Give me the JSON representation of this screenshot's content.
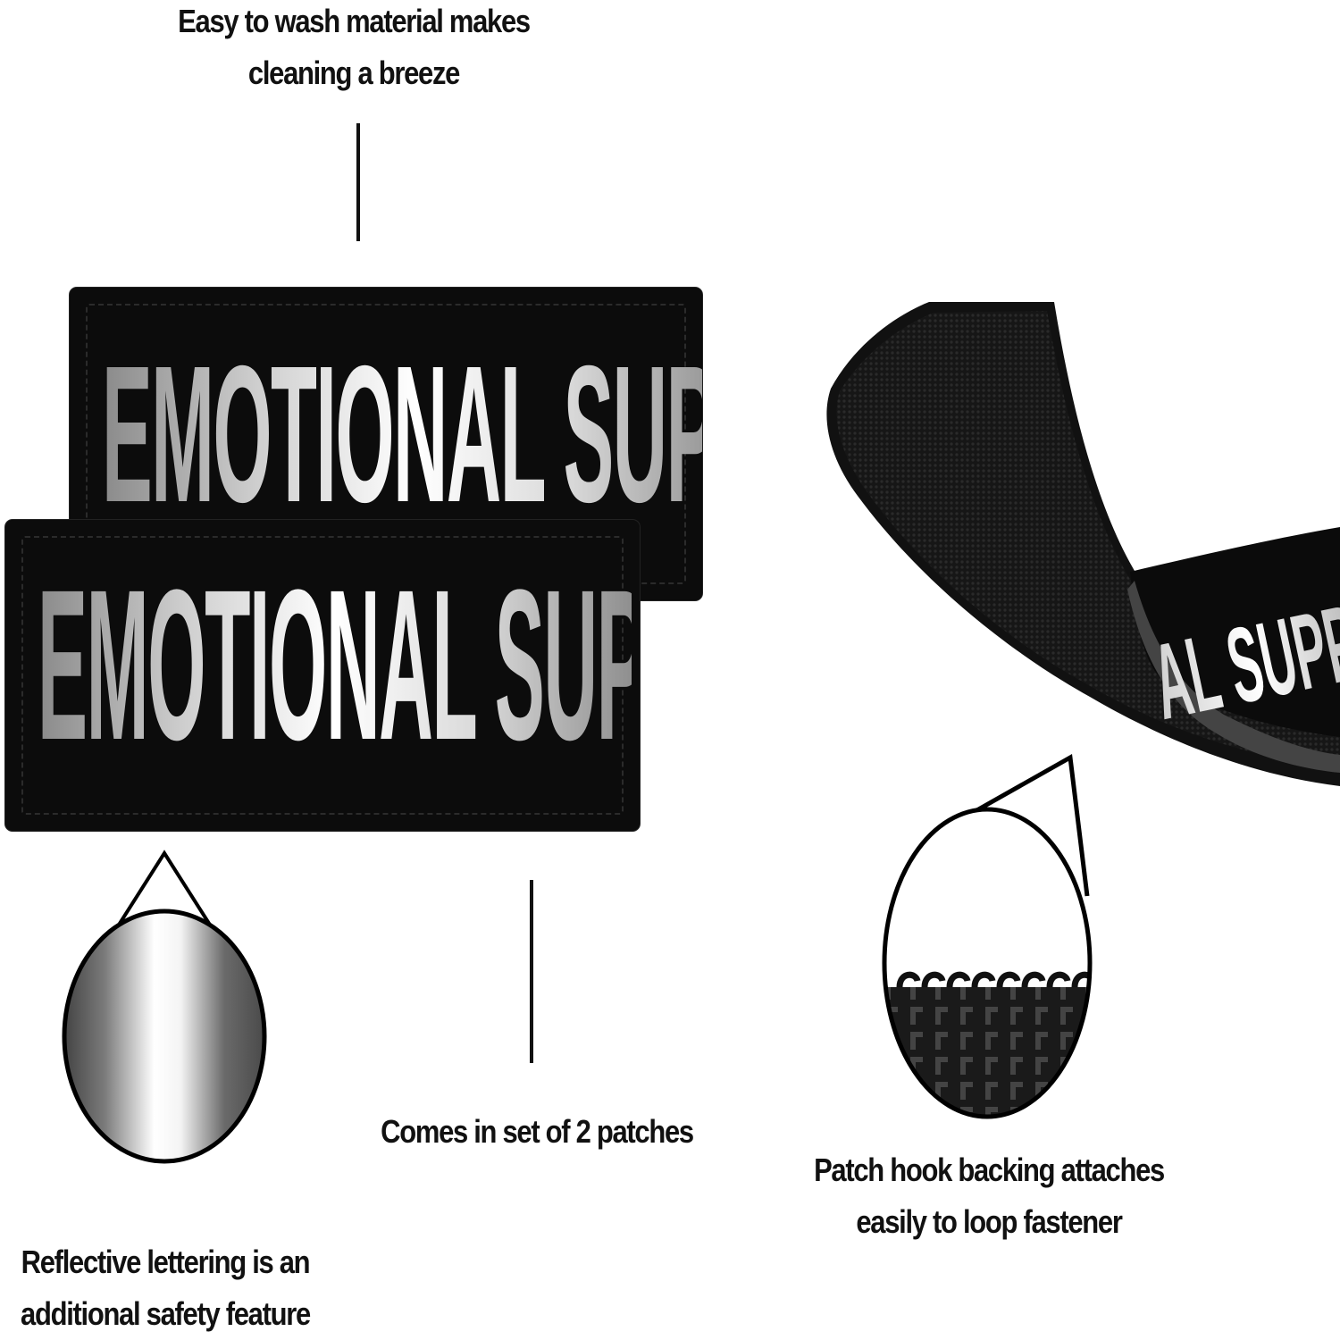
{
  "captions": {
    "washable": {
      "line1": "Easy to wash material makes",
      "line2": "cleaning a breeze"
    },
    "reflective": {
      "line1": "Reflective lettering is an",
      "line2": "additional safety feature"
    },
    "set": {
      "line1": "Comes in set of 2 patches"
    },
    "hook": {
      "line1": "Patch hook backing attaches",
      "line2": "easily to loop fastener"
    }
  },
  "patches": [
    {
      "label": "EMOTIONAL SUPPORT"
    },
    {
      "label": "EMOTIONAL SUPPORT"
    }
  ],
  "curled_patch": {
    "visible_text": "AL SUPP"
  },
  "colors": {
    "patch_black": "#0c0c0c",
    "text": "#111111",
    "background": "#ffffff"
  }
}
